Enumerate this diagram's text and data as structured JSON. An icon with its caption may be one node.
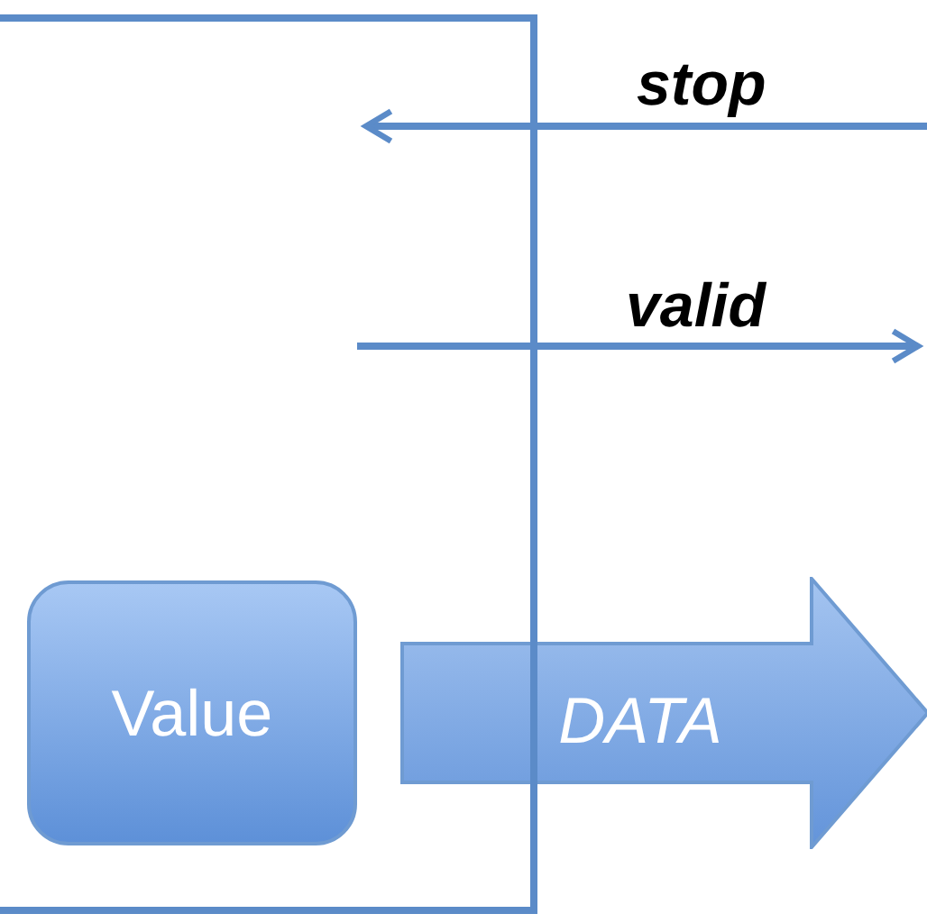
{
  "diagram": {
    "nodes": [
      {
        "text": [
          "Value"
        ]
      },
      {
        "text": [
          "DATA"
        ]
      }
    ],
    "labels": [
      "stop",
      "valid"
    ]
  }
}
